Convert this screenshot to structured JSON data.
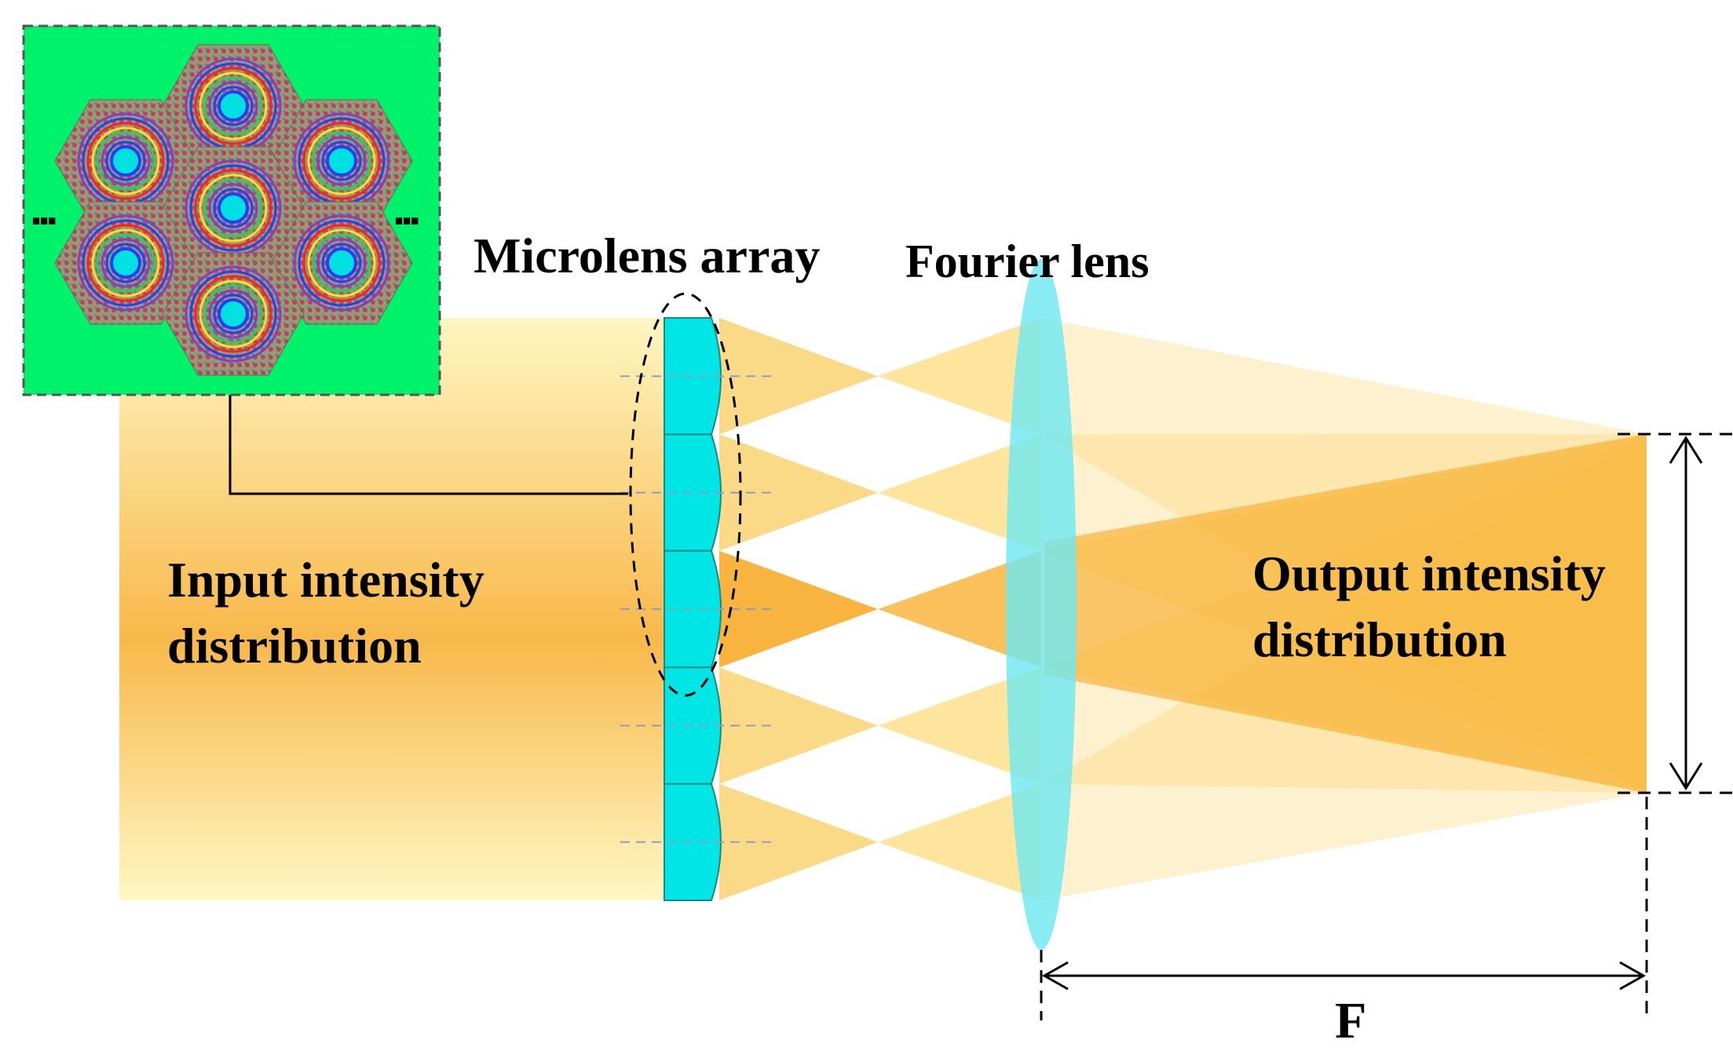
{
  "labels": {
    "microlens_array": "Microlens array",
    "fourier_lens": "Fourier lens",
    "input_line1": "Input intensity",
    "input_line2": "distribution",
    "output_line1": "Output intensity",
    "output_line2": "distribution",
    "focal_length": "F"
  },
  "inset": {
    "ellipsis": "...",
    "lenslet_count": 7,
    "background_color": "#00f26a"
  },
  "colors": {
    "beam_light": "#fff2b8",
    "beam_dark": "#f8ab2a",
    "lens": "#00e5e5",
    "fourier_lens": "#70e8f0"
  },
  "microlens_array": {
    "lenslet_count": 5
  }
}
